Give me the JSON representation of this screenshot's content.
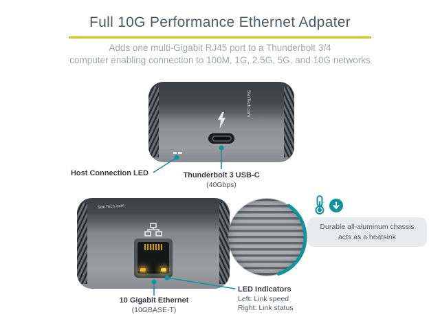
{
  "header": {
    "title": "Full 10G Performance Ethernet Adpater",
    "subtitle_line1": "Adds one multi-Gigabit RJ45 port to a Thunderbolt 3/4",
    "subtitle_line2": "computer enabling connection to 100M, 1G, 2.5G, 5G, and 10G networks"
  },
  "devices": {
    "top": {
      "logo": "StarTech.com"
    },
    "bottom": {
      "logo": "StarTech.com"
    }
  },
  "callouts": {
    "host_led": {
      "label": "Host Connection LED"
    },
    "thunderbolt": {
      "label": "Thunderbolt 3 USB-C",
      "sub": "(40Gbps)"
    },
    "ethernet": {
      "label": "10 Gigabit Ethernet",
      "sub": "(10GBASE-T)"
    },
    "led_indicators": {
      "label": "LED Indicators",
      "sub1": "Left: Link speed",
      "sub2": "Right: Link status"
    },
    "heatsink": {
      "text": "Durable all-aluminum chassis acts as a heatsink"
    }
  },
  "colors": {
    "accent_yellow": "#d7bd18",
    "accent_teal": "#12939c"
  }
}
